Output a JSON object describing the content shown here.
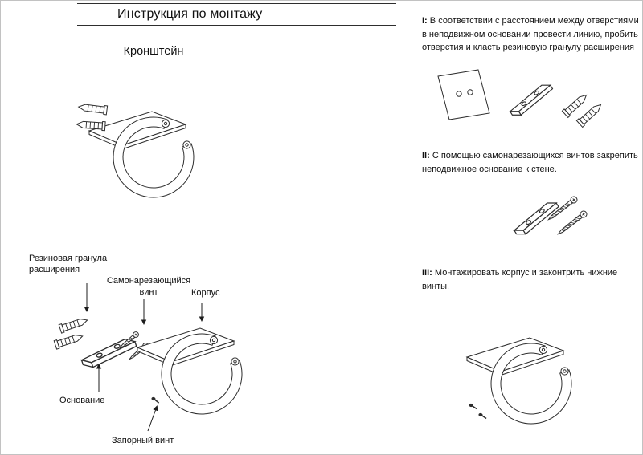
{
  "page": {
    "title": "Инструкция по монтажу",
    "subtitle": "Кронштейн"
  },
  "exploded_labels": {
    "rubber_plug": "Резиновая гранула расширения",
    "self_tapping_screw": "Самонарезающийся винт",
    "body": "Корпус",
    "base": "Основание",
    "locking_screw": "Запорный винт"
  },
  "steps": [
    {
      "num": "I:",
      "text": "В соответствии с расстоянием между отверстиями в неподвижном основании провести линию, пробить отверстия и класть резиновую гранулу расширения"
    },
    {
      "num": "II:",
      "text": "С помощью самонарезающихся винтов закрепить неподвижное основание к стене."
    },
    {
      "num": "III:",
      "text": "Монтажировать корпус и законтрить нижние винты."
    }
  ]
}
